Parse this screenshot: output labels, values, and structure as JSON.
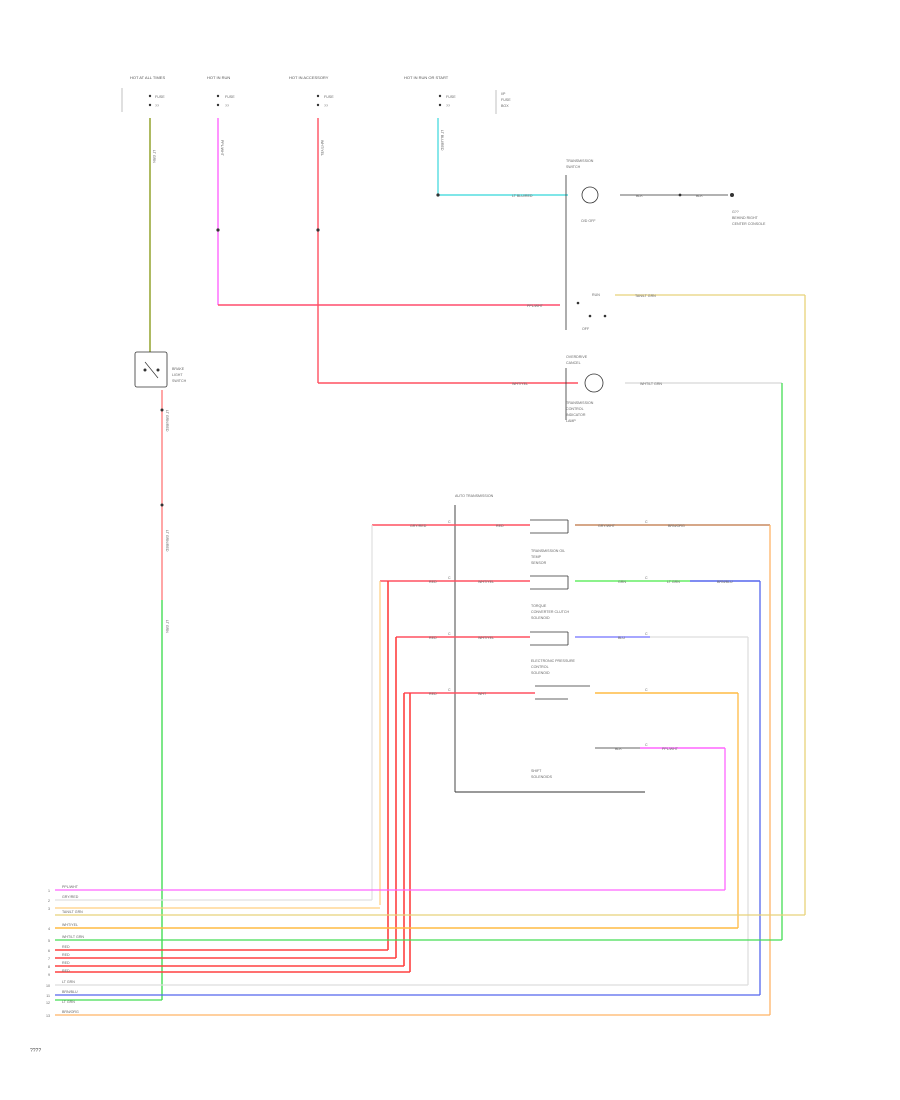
{
  "fuse_feeds": [
    {
      "title": "HOT AT ALL TIMES",
      "fuse": "FUSE",
      "num": "??"
    },
    {
      "title": "HOT IN RUN",
      "fuse": "FUSE",
      "num": "??"
    },
    {
      "title": "HOT IN ACCESSORY",
      "fuse": "FUSE",
      "num": "??"
    },
    {
      "title": "HOT IN RUN OR START",
      "fuse": "FUSE",
      "num": "??"
    }
  ],
  "fuse_box_note": {
    "l1": "I/P",
    "l2": "FUSE",
    "l3": "BOX"
  },
  "components": {
    "brake_switch": {
      "l1": "BRAKE",
      "l2": "LIGHT",
      "l3": "SWITCH"
    },
    "trans_switch": {
      "l1": "TRANSMISSION",
      "l2": "SWITCH",
      "l3": "O/D OFF",
      "pos_a": "RUN",
      "pos_b": "OFF"
    },
    "ground_note": {
      "l1": "G??",
      "l2": "BEHIND RIGHT",
      "l3": "CENTER CONSOLE"
    },
    "od_indicator": {
      "l1": "OVERDRIVE",
      "l2": "CANCEL",
      "l3": "TRANSMISSION",
      "l4": "CONTROL",
      "l5": "INDICATOR",
      "l6": "LAMP"
    },
    "transmission_box": {
      "title": "AUTO TRANSMISSION"
    },
    "solenoid_1": {
      "l1": "TRANSMISSION OIL",
      "l2": "TEMP",
      "l3": "SENSOR"
    },
    "solenoid_2": {
      "l1": "TORQUE",
      "l2": "CONVERTER CLUTCH",
      "l3": "SOLENOID"
    },
    "solenoid_3": {
      "l1": "ELECTRONIC PRESSURE",
      "l2": "CONTROL",
      "l3": "SOLENOID"
    },
    "shift_solenoids": {
      "l1": "SHIFT",
      "l2": "SOLENOIDS"
    }
  },
  "wire_labels": {
    "lt_blu_red": "LT BLU/RED",
    "blk_1": "BLK",
    "blk_2": "BLK",
    "ppl_wht_1": "PPL/WHT",
    "tan_lt_grn": "TAN/LT GRN",
    "wht_yel_1": "WHT/YEL",
    "wht_lt_grn": "WHT/LT GRN",
    "gry_red_1": "GRY/RED",
    "red_1": "RED",
    "brn_org_1": "BRN/ORG",
    "red_2": "RED",
    "gry_wht_1": "GRY/WHT",
    "grn_1": "GRN",
    "brn_blu_1": "BRN/BLU",
    "red_3": "RED",
    "wht_yel_2": "WHT/YEL",
    "blu_1": "BLU",
    "wht_yel_3": "WHT/YEL",
    "red_4": "RED",
    "lt_grn_1": "LT GRN",
    "wht_1": "WHT",
    "blk_3": "BLK",
    "ppl_wht_2": "PPL/WHT",
    "vert_1": "LT GRN",
    "vert_2": "PPL/WHT",
    "vert_3": "WHT/YEL",
    "vert_4": "LT BLU/RED",
    "vert_5": "LT GRN/RED",
    "vert_6": "LT GRN/RED",
    "vert_7": "LT GRN"
  },
  "connector_pins": [
    {
      "num": "1",
      "label": "PPL/WHT"
    },
    {
      "num": "2",
      "label": "GRY/RED"
    },
    {
      "num": "3",
      "label": "TAN/LT GRN"
    },
    {
      "num": "4",
      "label": "WHT/YEL"
    },
    {
      "num": "5",
      "label": "WHT/LT GRN"
    },
    {
      "num": "6",
      "label": "RED"
    },
    {
      "num": "7",
      "label": "RED"
    },
    {
      "num": "8",
      "label": "RED"
    },
    {
      "num": "9",
      "label": "RED"
    },
    {
      "num": "10",
      "label": "LT GRN"
    },
    {
      "num": "11",
      "label": "BRN/BLU"
    },
    {
      "num": "12",
      "label": "LT GRN"
    },
    {
      "num": "13",
      "label": "BRN/ORG"
    }
  ],
  "footer": {
    "code": "????"
  }
}
